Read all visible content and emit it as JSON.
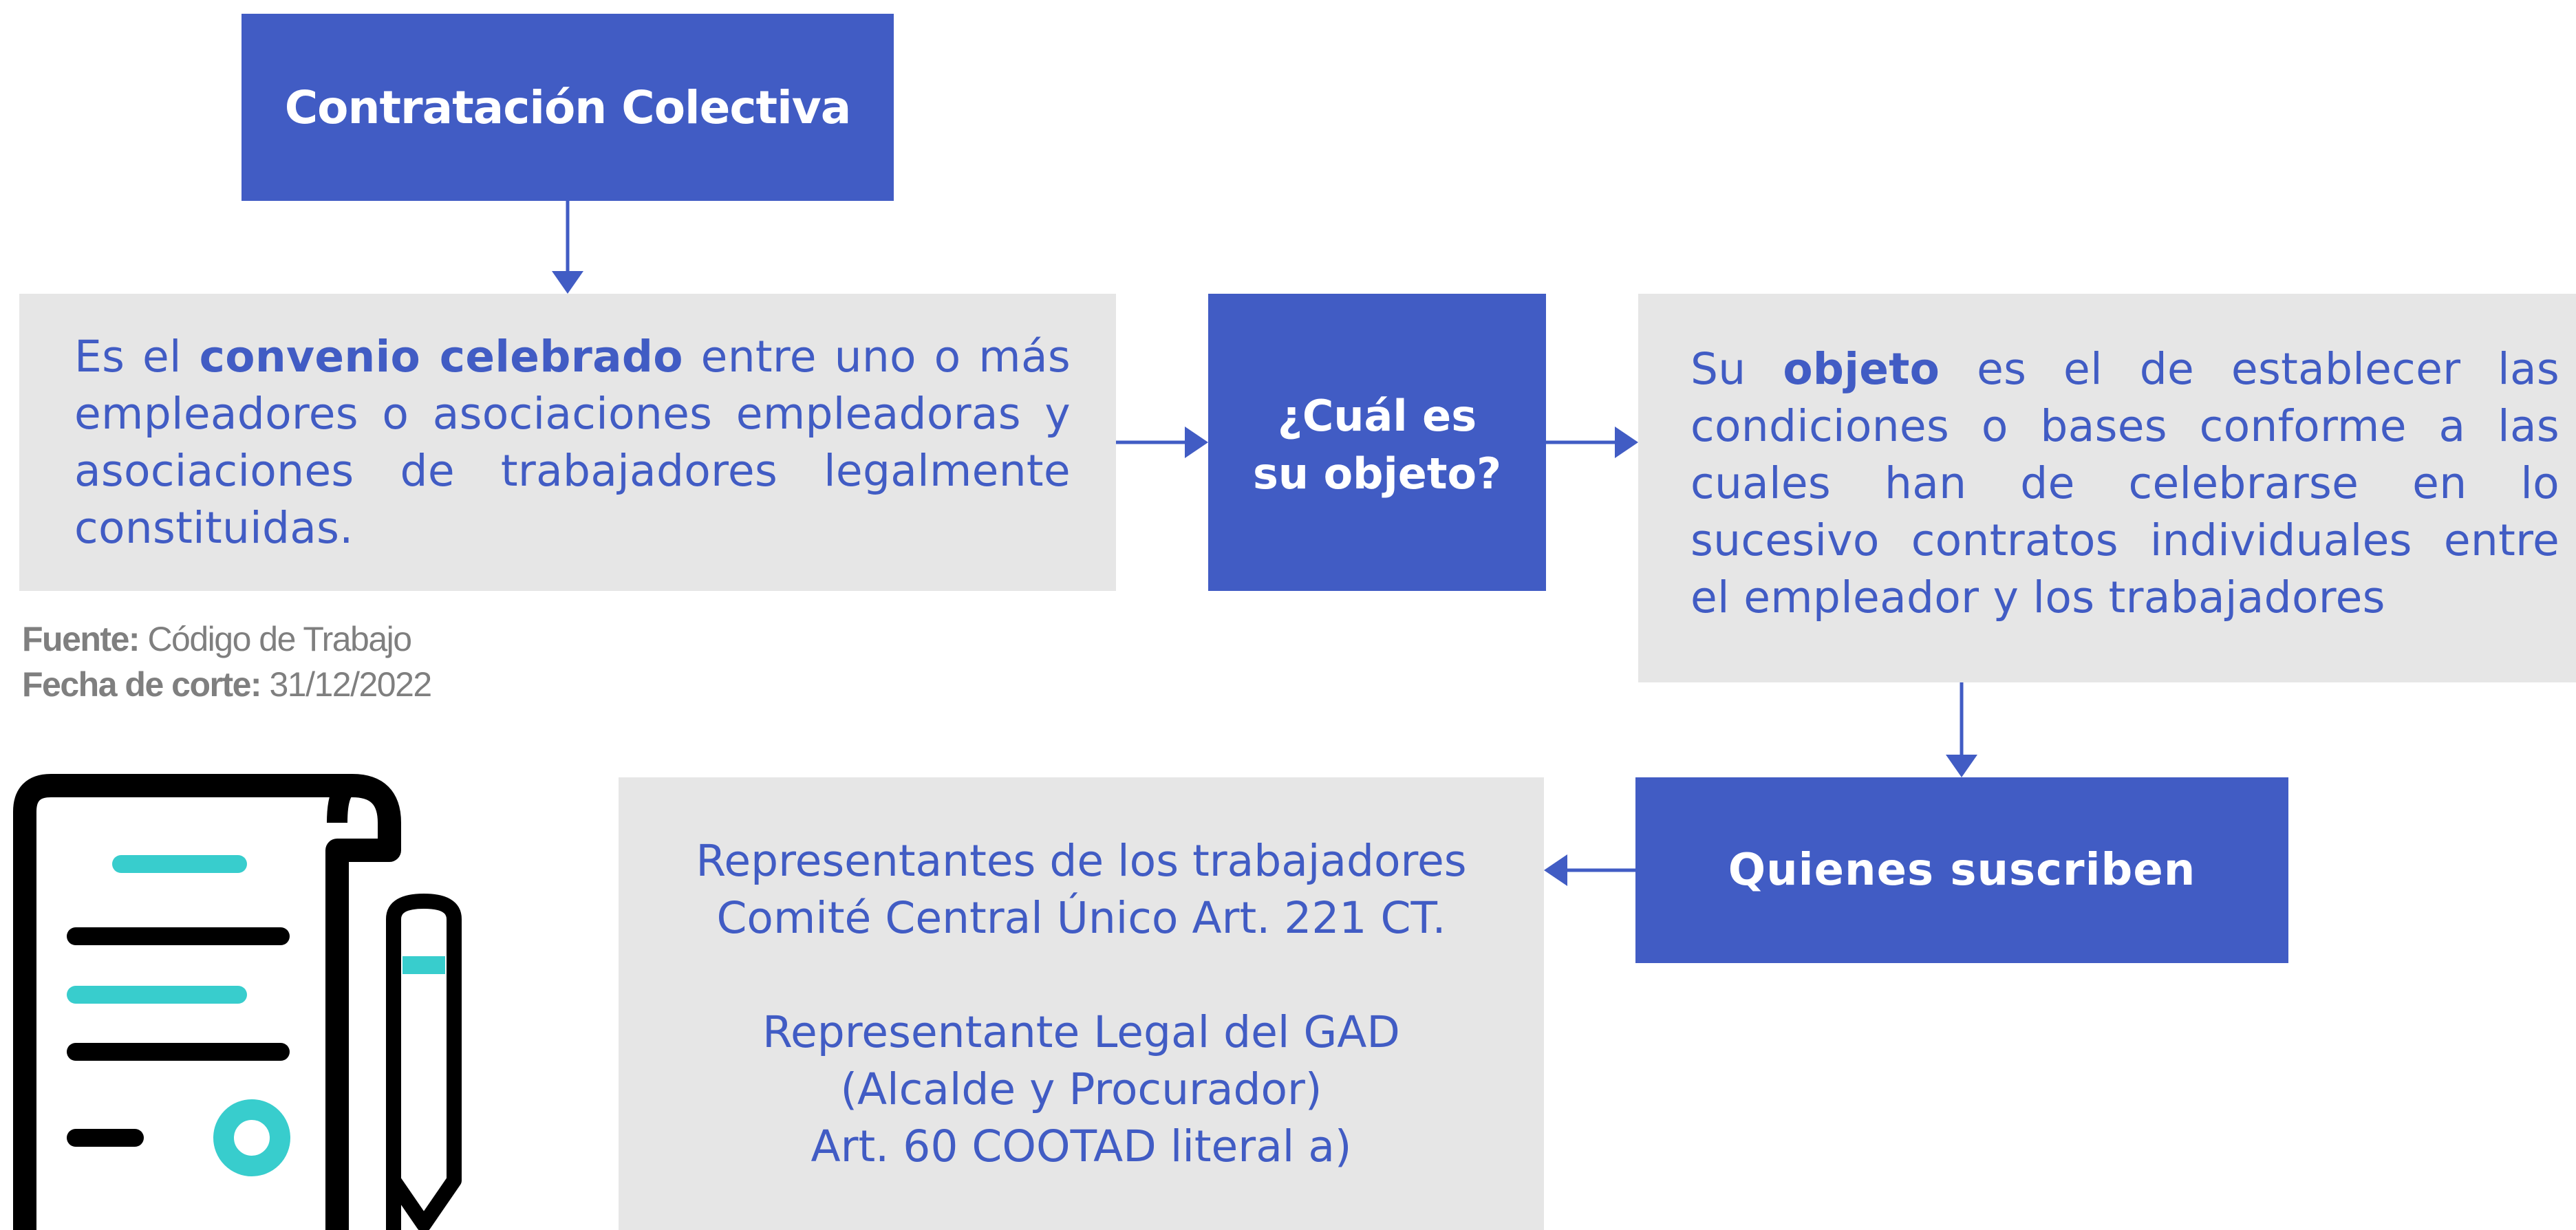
{
  "title": "Contratación Colectiva",
  "definition": {
    "pre": "Es el ",
    "bold": "convenio celebrado",
    "rest": " entre uno o más empleadores o asociaciones empleadoras y asociaciones de trabajadores legalmente constituidas."
  },
  "question": {
    "line1": "¿Cuál es",
    "line2": "su objeto?"
  },
  "objective": {
    "pre": "Su ",
    "bold": "objeto",
    "rest": " es el de establecer las condiciones o bases conforme a las cuales han de celebrarse en lo sucesivo contratos individuales entre el empleador y los trabajadores"
  },
  "who_signs": "Quienes suscriben",
  "signers": [
    "Representantes de los trabajadores",
    "Comité Central Único Art. 221 CT.",
    "",
    "Representante Legal del GAD",
    "(Alcalde y Procurador)",
    "Art. 60 COOTAD literal a)"
  ],
  "source": {
    "label": "Fuente:",
    "value": " Código de Trabajo",
    "date_label": "Fecha de corte:",
    "date_value": " 31/12/2022"
  },
  "colors": {
    "blue": "#415cc4",
    "gray_box": "#e6e6e6",
    "teal": "#38cdcd",
    "source_text": "#7f7f7f"
  },
  "icons": {
    "document": "document-contract-icon",
    "pen": "pen-icon"
  }
}
